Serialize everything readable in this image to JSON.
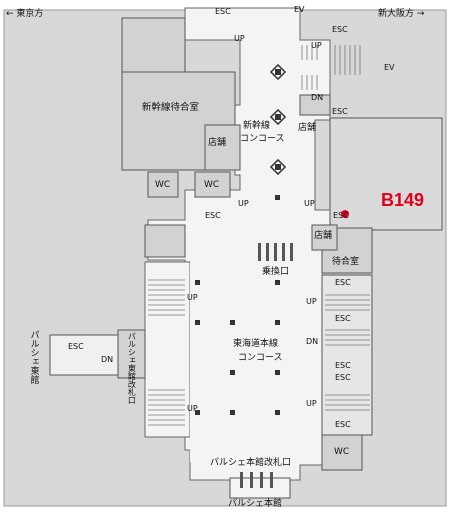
{
  "directions": {
    "left_label": "← 東京方",
    "right_label": "新大阪方 →"
  },
  "rooms": {
    "shinkansen_waiting": "新幹線待合室",
    "shinkansen_concourse_1": "新幹線",
    "shinkansen_concourse_2": "コンコース",
    "shop": "店舗",
    "waiting_room": "待合室",
    "transfer_gate": "乗換口",
    "tokaido_concourse_1": "東海道本線",
    "tokaido_concourse_2": "コンコース",
    "parche_east_building": "パルシェ東館",
    "parche_east_gate": "パルシェ東館改札口",
    "parche_main_gate": "パルシェ本館改札口",
    "parche_main_building": "パルシェ本館",
    "wc": "WC"
  },
  "facilities": {
    "esc": "ESC",
    "up": "UP",
    "dn": "DN",
    "ev": "EV"
  },
  "marker": {
    "label": "B149",
    "color": "#e0001b"
  },
  "colors": {
    "floor": "#f2f2f2",
    "wall": "#d4d4d4",
    "stroke": "#555555",
    "room": "#d9d9d9"
  }
}
